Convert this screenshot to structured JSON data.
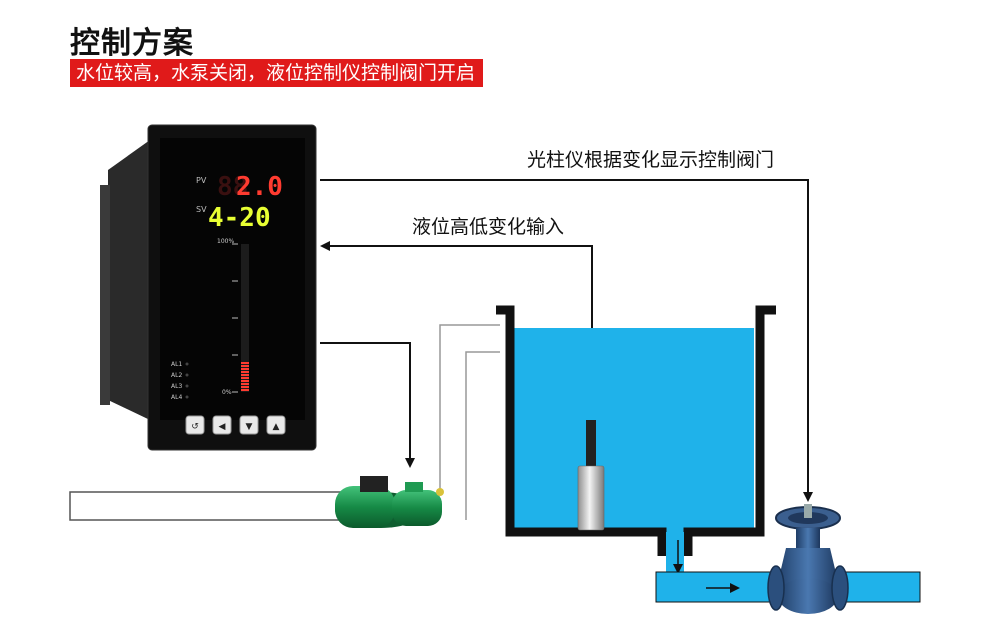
{
  "header": {
    "title": "控制方案",
    "subtitle": "水位较高，水泵关闭，液位控制仪控制阀门开启"
  },
  "labels": {
    "valve_control": "光柱仪根据变化显示控制阀门",
    "level_input": "液位高低变化输入"
  },
  "controller": {
    "pv_tag": "PV",
    "sv_tag": "SV",
    "pv_value": "2.0",
    "sv_value": "4-20",
    "scale_top": "100%",
    "scale_bottom": "0%",
    "alarms": [
      "AL1",
      "AL2",
      "AL3",
      "AL4"
    ],
    "level_fraction": 0.2,
    "buttons": [
      "reset-icon",
      "left-arrow-icon",
      "down-arrow-icon",
      "up-arrow-icon"
    ]
  },
  "colors": {
    "water": "#1fb2ea",
    "accent_red": "#e01a1a",
    "pv_digits": "#ff3b30",
    "sv_digits": "#e8ff33",
    "pump": "#1a8a4a",
    "valve": "#2b4f7d"
  }
}
